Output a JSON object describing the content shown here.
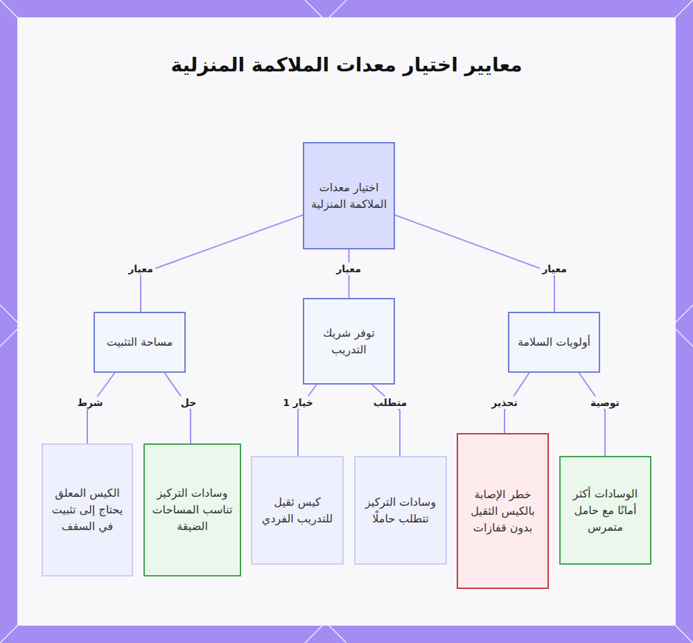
{
  "diagram": {
    "title": "معايير اختيار معدات الملاكمة المنزلية",
    "nodes": [
      {
        "text": [
          "اختيار معدات الملاكمة المنزلية"
        ]
      },
      {
        "text": [
          "مساحة التثبيت"
        ]
      },
      {
        "text": [
          "توفر شريك التدريب"
        ]
      },
      {
        "text": [
          "أولويات السلامة"
        ]
      },
      {
        "text": [
          "الكيس المعلق يحتاج إلى تثبيت في السقف"
        ]
      },
      {
        "text": [
          "وسادات التركيز تناسب المساحات الضيقة"
        ]
      },
      {
        "text": [
          "كيس ثقيل للتدريب الفردي"
        ]
      },
      {
        "text": [
          "وسادات التركيز تتطلب حاملًا"
        ]
      },
      {
        "text": [
          "خطر الإصابة بالكيس الثقيل بدون قفازات"
        ]
      },
      {
        "text": [
          "الوسادات أكثر أمانًا مع حامل متمرس"
        ]
      }
    ],
    "edges": [
      {
        "from": 0,
        "to": 1,
        "label": "معيار",
        "arrow": "none"
      },
      {
        "from": 0,
        "to": 2,
        "label": "معيار",
        "arrow": "none"
      },
      {
        "from": 0,
        "to": 3,
        "label": "معيار",
        "arrow": "none"
      },
      {
        "from": 1,
        "to": 4,
        "label": "شرط",
        "arrow": "none"
      },
      {
        "from": 1,
        "to": 5,
        "label": "حل",
        "arrow": "none"
      },
      {
        "from": 2,
        "to": 6,
        "label": "خيار 1",
        "arrow": "none"
      },
      {
        "from": 2,
        "to": 7,
        "label": "متطلب",
        "arrow": "none"
      },
      {
        "from": 3,
        "to": 8,
        "label": "تحذير",
        "arrow": "none"
      },
      {
        "from": 3,
        "to": 9,
        "label": "توصية",
        "arrow": "none"
      }
    ]
  }
}
